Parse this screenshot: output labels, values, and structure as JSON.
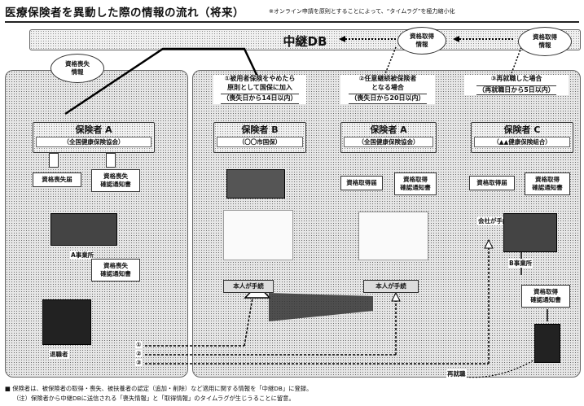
{
  "header": {
    "title": "医療保険者を異動した際の情報の流れ（将来）",
    "subtitle": "※オンライン申請を原則とすることによって、“タイムラグ”を極力縮小化"
  },
  "relay_db": {
    "label": "中継DB"
  },
  "clouds": {
    "left": "資格喪失\n情報",
    "top_mid": "資格取得\n情報",
    "top_right": "資格取得\n情報"
  },
  "left_panel": {
    "insurer": {
      "name": "保険者 A",
      "sub": "（全国健康保険協会）"
    },
    "loss_notice": "資格喪失届",
    "loss_confirm": "資格喪失\n確認通知書",
    "company_label": "A事業所",
    "confirm2": "資格喪失\n確認通知書",
    "retiree_label": "退職者"
  },
  "cases": [
    {
      "title": "①被用者保険をやめたら\n原則として国保に加入",
      "deadline": "（喪失日から14日以内）",
      "insurer": {
        "name": "保険者 B",
        "sub": "（〇〇市国保）"
      },
      "procedure": "本人が手続"
    },
    {
      "title": "②任意継続被保険者\nとなる場合",
      "deadline": "（喪失日から20日以内）",
      "insurer": {
        "name": "保険者 A",
        "sub": "（全国健康保険協会）"
      },
      "acq_notice": "資格取得届",
      "acq_confirm": "資格取得\n確認通知書",
      "procedure": "本人が手続"
    },
    {
      "title": "③再就職した場合",
      "deadline": "（再就職日から5日以内）",
      "insurer": {
        "name": "保険者 C",
        "sub": "（▲▲健康保険組合）"
      },
      "acq_notice": "資格取得届",
      "acq_confirm": "資格取得\n確認通知書",
      "company_proc": "会社が手続",
      "company_label": "B事業所",
      "confirm_final": "資格取得\n確認通知書",
      "reemployment": "再就職"
    }
  ],
  "path_numbers": [
    "①",
    "②",
    "③"
  ],
  "footnotes": [
    "■ 保険者は、被保険者の取得・喪失、被扶養者の認定（追加・削除）など適用に関する情報を「中継DB」に登録。",
    "（注）保険者から中継DBに送信される「喪失情報」と「取得情報」のタイムラグが生じうることに留意。"
  ]
}
